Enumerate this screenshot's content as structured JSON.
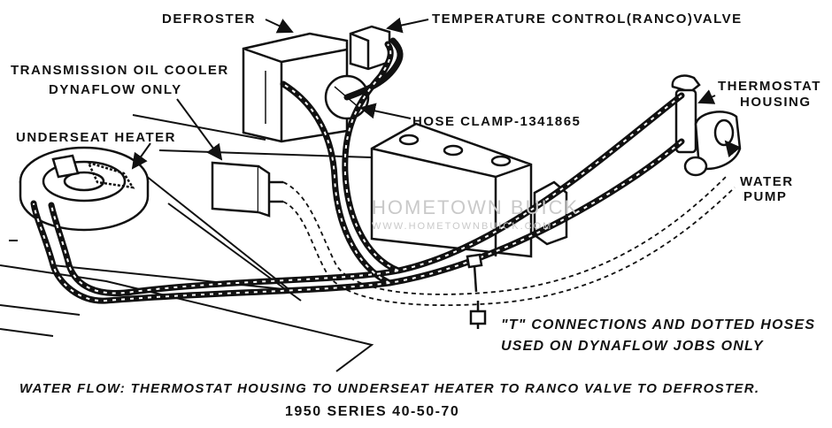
{
  "labels": {
    "defroster": "DEFROSTER",
    "temperature_valve": "TEMPERATURE CONTROL(RANCO)VALVE",
    "transmission_cooler_line1": "TRANSMISSION OIL COOLER",
    "transmission_cooler_line2": "DYNAFLOW ONLY",
    "underseat_heater": "UNDERSEAT HEATER",
    "hose_clamp": "HOSE CLAMP-1341865",
    "thermostat_line1": "THERMOSTAT",
    "thermostat_line2": "HOUSING",
    "water_pump_line1": "WATER",
    "water_pump_line2": "PUMP",
    "t_connections_line1": "\"T\" CONNECTIONS AND DOTTED HOSES",
    "t_connections_line2": "USED ON DYNAFLOW JOBS ONLY"
  },
  "caption": {
    "water_flow": "WATER FLOW: THERMOSTAT HOUSING TO UNDERSEAT HEATER TO RANCO VALVE TO DEFROSTER.",
    "series": "1950 SERIES 40-50-70"
  },
  "watermark": {
    "title": "HOMETOWN BUICK",
    "url": "WWW.HOMETOWNBUICK.COM"
  }
}
